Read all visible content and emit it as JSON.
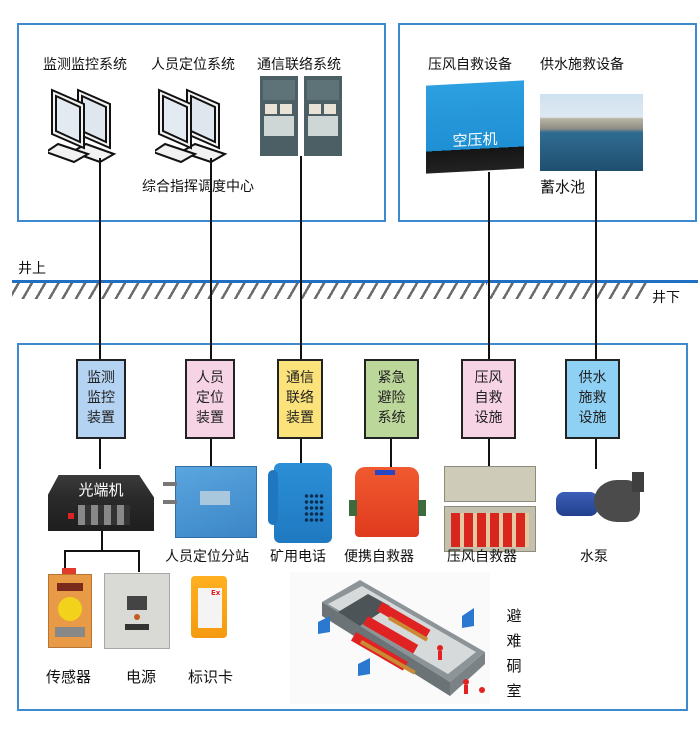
{
  "surface": {
    "title": "综合指挥调度中心",
    "systems": [
      "监测监控系统",
      "人员定位系统",
      "通信联络系统"
    ],
    "equipment_titles": [
      "压风自救设备",
      "供水施救设备"
    ],
    "air_compressor_label": "空压机",
    "reservoir_label": "蓄水池"
  },
  "ground": {
    "above_label": "井上",
    "below_label": "井下"
  },
  "underground": {
    "system_boxes": [
      {
        "label": "监测\n监控\n装置",
        "color": "#b4d3f2"
      },
      {
        "label": "人员\n定位\n装置",
        "color": "#f7d3e6"
      },
      {
        "label": "通信\n联络\n装置",
        "color": "#fbe27a"
      },
      {
        "label": "紧急\n避险\n系统",
        "color": "#bcd79a"
      },
      {
        "label": "压风\n自救\n设施",
        "color": "#f7d3e6"
      },
      {
        "label": "供水\n施救\n设施",
        "color": "#8fd0f5"
      }
    ],
    "optical_terminal_label": "光端机",
    "devices": [
      "人员定位分站",
      "矿用电话",
      "便携自救器",
      "压风自救器",
      "水泵"
    ],
    "sub_devices": [
      "传感器",
      "电源",
      "标识卡"
    ],
    "refuge_chamber_label": "避\n难\n硐\n室"
  }
}
